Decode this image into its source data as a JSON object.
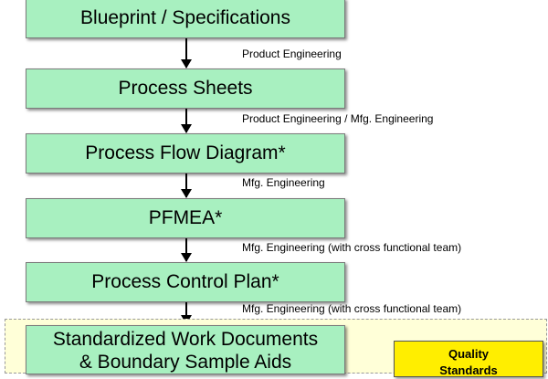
{
  "boxes": [
    "Blueprint / Specifications",
    "Process Sheets",
    "Process Flow Diagram*",
    "PFMEA*",
    "Process Control Plan*"
  ],
  "notes": [
    "Product Engineering",
    "Product Engineering / Mfg. Engineering",
    "Mfg. Engineering",
    "Mfg. Engineering (with cross functional team)",
    "Mfg. Engineering (with cross functional team)"
  ],
  "standardized_box": {
    "line1": "Standardized Work Documents",
    "line2": "& Boundary Sample Aids"
  },
  "quality_box": {
    "line1": "Quality",
    "line2": "Standards"
  },
  "colors": {
    "box_fill": "#a8f0c0",
    "region_fill": "#ffffd8",
    "quality_fill": "#ffee00"
  }
}
